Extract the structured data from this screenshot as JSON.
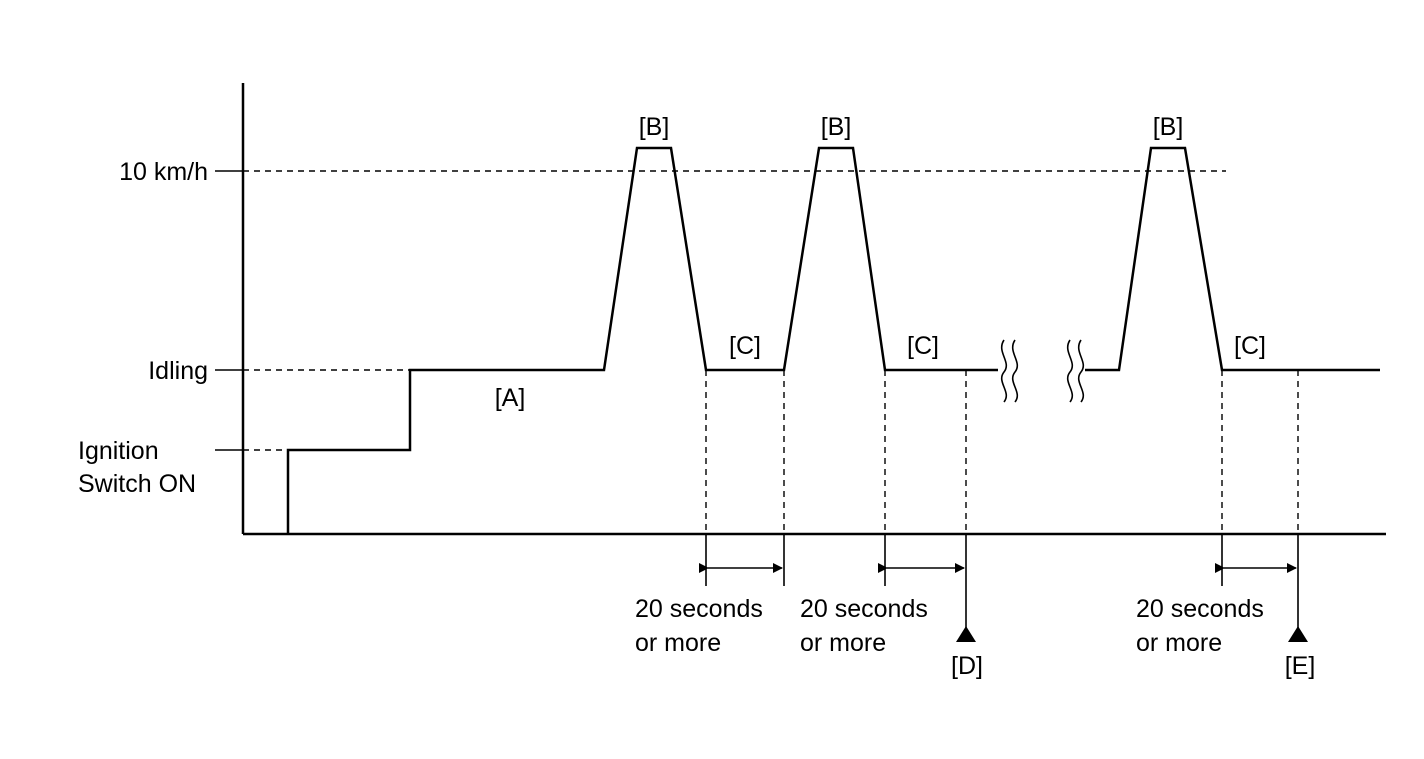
{
  "levels": {
    "speed_10": "10 km/h",
    "idling": "Idling",
    "ignition_line1": "Ignition",
    "ignition_line2": "Switch ON"
  },
  "phases": {
    "a": "[A]",
    "b1": "[B]",
    "b2": "[B]",
    "b3": "[B]",
    "c1": "[C]",
    "c2": "[C]",
    "c3": "[C]",
    "d": "[D]",
    "e": "[E]"
  },
  "durations": [
    {
      "line1": "20 seconds",
      "line2": "or more"
    },
    {
      "line1": "20 seconds",
      "line2": "or more"
    },
    {
      "line1": "20 seconds",
      "line2": "or more"
    }
  ]
}
